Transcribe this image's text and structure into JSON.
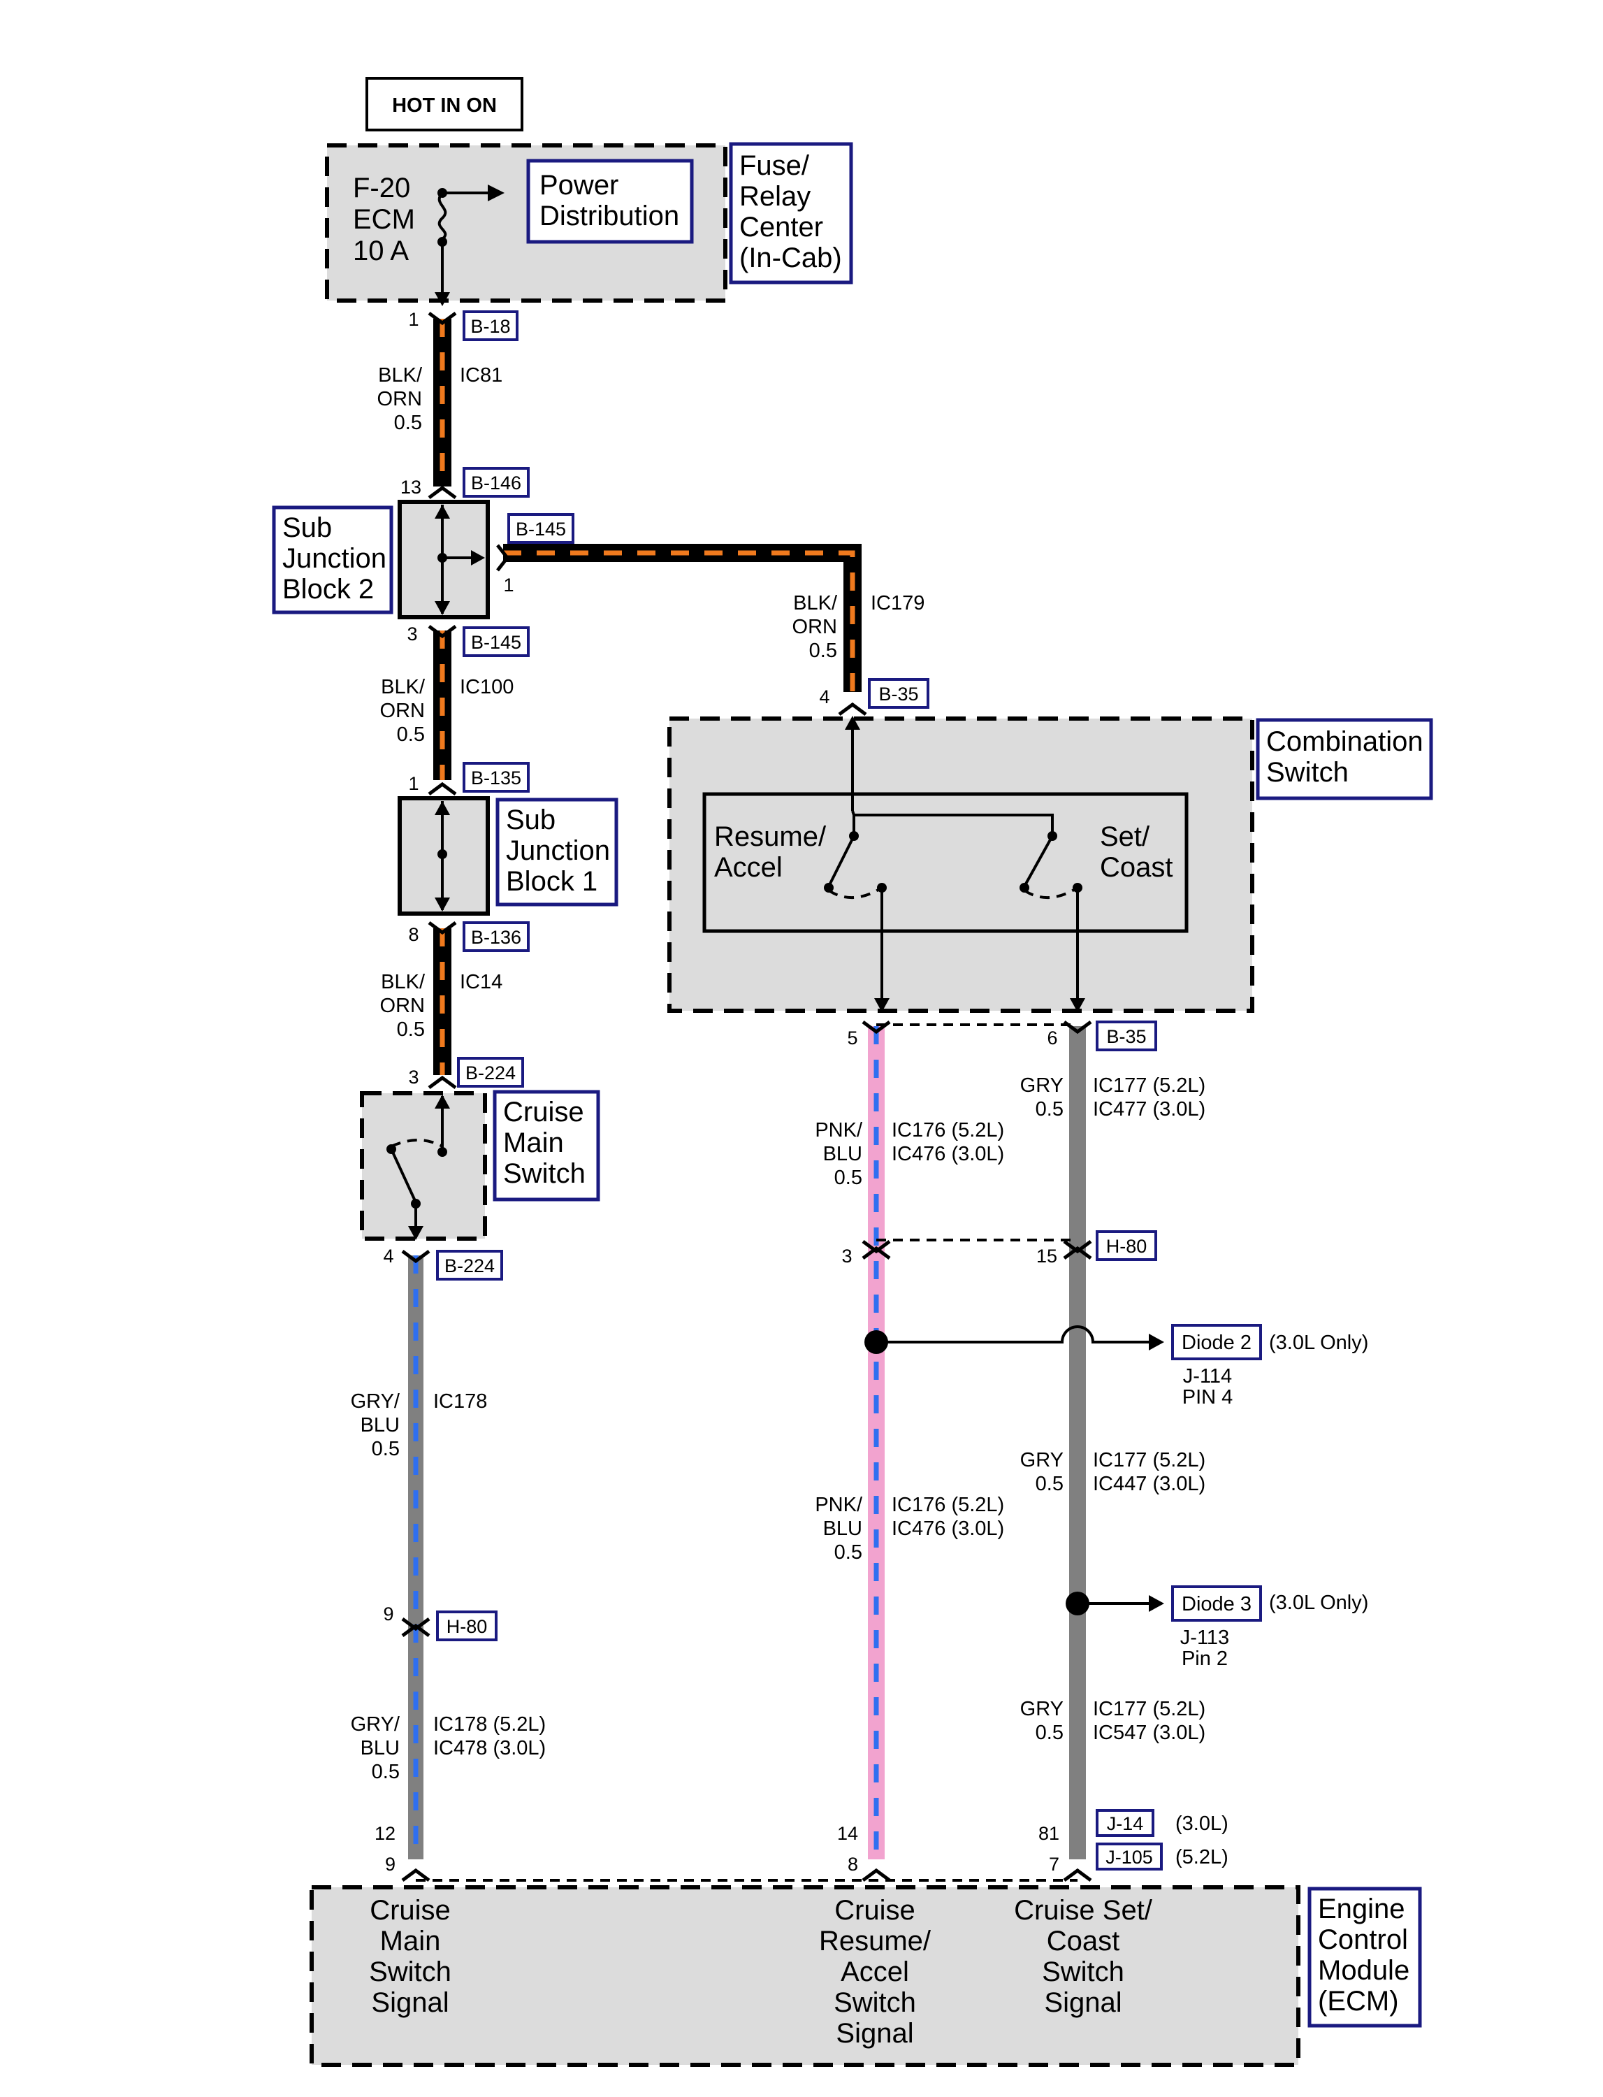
{
  "header": {
    "hot_label": "HOT IN ON"
  },
  "fuse_center": {
    "fuse_lines": [
      "F-20",
      "ECM",
      "10 A"
    ],
    "power_distribution_lines": [
      "Power",
      "Distribution"
    ],
    "name_lines": [
      "Fuse/",
      "Relay",
      "Center",
      "(In-Cab)"
    ]
  },
  "sub_junction_block_2": {
    "name_lines": [
      "Sub",
      "Junction",
      "Block 2"
    ]
  },
  "sub_junction_block_1": {
    "name_lines": [
      "Sub",
      "Junction",
      "Block 1"
    ]
  },
  "combination_switch": {
    "name_lines": [
      "Combination",
      "Switch"
    ],
    "resume_lines": [
      "Resume/",
      "Accel"
    ],
    "set_lines": [
      "Set/",
      "Coast"
    ]
  },
  "cruise_main_switch": {
    "name_lines": [
      "Cruise",
      "Main",
      "Switch"
    ]
  },
  "ecm": {
    "name_lines": [
      "Engine",
      "Control",
      "Module",
      "(ECM)"
    ],
    "main_signal_lines": [
      "Cruise",
      "Main",
      "Switch",
      "Signal"
    ],
    "resume_signal_lines": [
      "Cruise",
      "Resume/",
      "Accel",
      "Switch",
      "Signal"
    ],
    "set_signal_lines": [
      "Cruise Set/",
      "Coast",
      "Switch",
      "Signal"
    ]
  },
  "connectors": {
    "b18": "B-18",
    "b146": "B-146",
    "b145_right": "B-145",
    "b145_bottom": "B-145",
    "b135": "B-135",
    "b136": "B-136",
    "b224_top": "B-224",
    "b224_bottom": "B-224",
    "b35_top": "B-35",
    "b35_bottom": "B-35",
    "h80_left": "H-80",
    "h80_right": "H-80",
    "j14": "J-14",
    "j105": "J-105"
  },
  "pins": {
    "b18": "1",
    "b146": "13",
    "b145_right": "1",
    "b145_bottom": "3",
    "b135": "1",
    "b136": "8",
    "b224_top": "3",
    "b224_bottom": "4",
    "b35_top": "4",
    "b35_pin5": "5",
    "b35_pin6": "6",
    "h80_left": "9",
    "h80_mid": "3",
    "h80_right": "15",
    "ecm_main_a": "12",
    "ecm_main_b": "9",
    "ecm_resume_a": "14",
    "ecm_resume_b": "8",
    "ecm_set_a": "81",
    "ecm_set_b": "7"
  },
  "ecm_variants": {
    "j14": "(3.0L)",
    "j105": "(5.2L)"
  },
  "wires": {
    "ic81": {
      "color": [
        "BLK/",
        "ORN",
        "0.5"
      ],
      "circuit": [
        "IC81"
      ]
    },
    "ic179": {
      "color": [
        "BLK/",
        "ORN",
        "0.5"
      ],
      "circuit": [
        "IC179"
      ]
    },
    "ic100": {
      "color": [
        "BLK/",
        "ORN",
        "0.5"
      ],
      "circuit": [
        "IC100"
      ]
    },
    "ic14": {
      "color": [
        "BLK/",
        "ORN",
        "0.5"
      ],
      "circuit": [
        "IC14"
      ]
    },
    "ic178": {
      "color": [
        "GRY/",
        "BLU",
        "0.5"
      ],
      "circuit": [
        "IC178"
      ]
    },
    "ic178b": {
      "color": [
        "GRY/",
        "BLU",
        "0.5"
      ],
      "circuit": [
        "IC178 (5.2L)",
        "IC478 (3.0L)"
      ]
    },
    "ic176a": {
      "color": [
        "PNK/",
        "BLU",
        "0.5"
      ],
      "circuit": [
        "IC176 (5.2L)",
        "IC476 (3.0L)"
      ]
    },
    "ic176b": {
      "color": [
        "PNK/",
        "BLU",
        "0.5"
      ],
      "circuit": [
        "IC176 (5.2L)",
        "IC476 (3.0L)"
      ]
    },
    "ic177a": {
      "color": [
        "GRY",
        "0.5"
      ],
      "circuit": [
        "IC177 (5.2L)",
        "IC477 (3.0L)"
      ]
    },
    "ic177b": {
      "color": [
        "GRY",
        "0.5"
      ],
      "circuit": [
        "IC177 (5.2L)",
        "IC447 (3.0L)"
      ]
    },
    "ic177c": {
      "color": [
        "GRY",
        "0.5"
      ],
      "circuit": [
        "IC177 (5.2L)",
        "IC547 (3.0L)"
      ]
    }
  },
  "diodes": {
    "diode2": {
      "label": "Diode 2",
      "note": "(3.0L Only)",
      "ref_lines": [
        "J-114",
        "PIN 4"
      ]
    },
    "diode3": {
      "label": "Diode 3",
      "note": "(3.0L Only)",
      "ref_lines": [
        "J-113",
        "Pin 2"
      ]
    }
  },
  "wire_colors": {
    "black": "#000000",
    "orange": "#f07a1e",
    "gray": "#808080",
    "blue": "#2f6ff0",
    "pink": "#f2a3cf",
    "box_fill": "#dcdcdc",
    "tag_border": "#1a1a80"
  }
}
